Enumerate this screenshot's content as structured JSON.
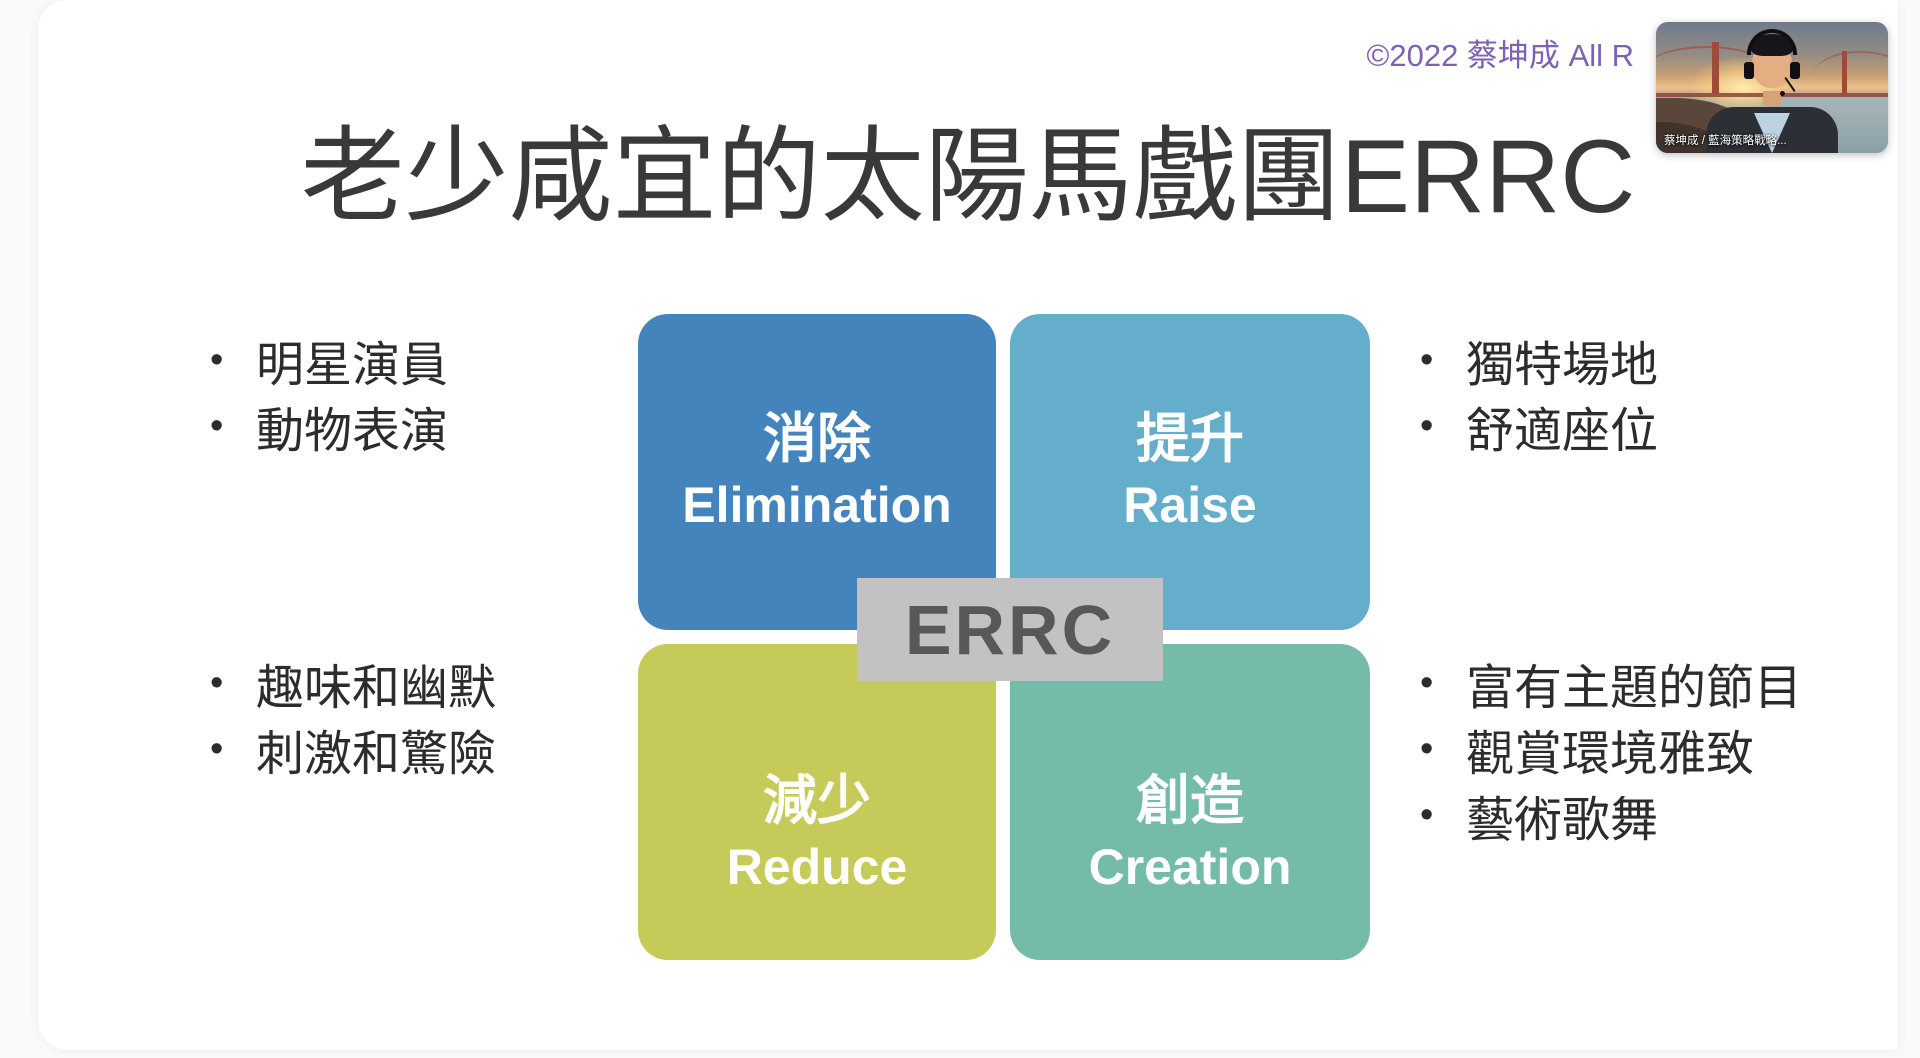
{
  "slide": {
    "title": "老少咸宜的太陽馬戲團ERRC",
    "copyright": "©2022 蔡坤成 All R"
  },
  "quadrants": {
    "center_label": "ERRC",
    "items": [
      {
        "id": "eliminate",
        "zh": "消除",
        "en": "Elimination",
        "color": "#4484BC"
      },
      {
        "id": "raise",
        "zh": "提升",
        "en": "Raise",
        "color": "#65AECB"
      },
      {
        "id": "reduce",
        "zh": "減少",
        "en": "Reduce",
        "color": "#C6CA58"
      },
      {
        "id": "create",
        "zh": "創造",
        "en": "Creation",
        "color": "#74BBA9"
      }
    ]
  },
  "bullets": {
    "top_left": [
      "明星演員",
      "動物表演"
    ],
    "top_right": [
      "獨特場地",
      "舒適座位"
    ],
    "bottom_left": [
      "趣味和幽默",
      "刺激和驚險"
    ],
    "bottom_right": [
      "富有主題的節目",
      "觀賞環境雅致",
      "藝術歌舞"
    ]
  },
  "webcam": {
    "name_label": "蔡坤成 / 藍海策略戰略..."
  },
  "colors": {
    "errc_box_bg": "#C2C2C2",
    "errc_text": "#58585A",
    "copyright_purple": "#7E61B3",
    "title_text": "#39393B",
    "bullet_text": "#2C2C2E"
  }
}
